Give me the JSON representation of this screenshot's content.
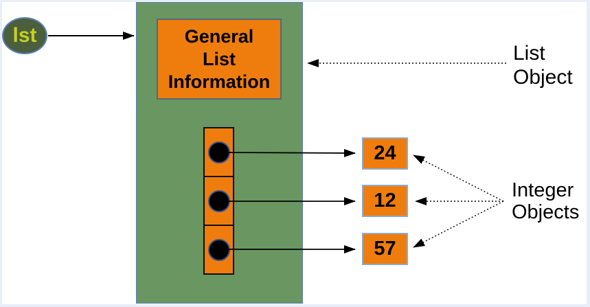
{
  "diagram": {
    "variable": {
      "label": "lst"
    },
    "list_object": {
      "header_lines": [
        "General",
        "List",
        "Information"
      ],
      "cell_count": 3
    },
    "integers": [
      {
        "value": "24"
      },
      {
        "value": "12"
      },
      {
        "value": "57"
      }
    ],
    "annotations": {
      "list_object_label_lines": [
        "List",
        "Object"
      ],
      "integer_objects_label_lines": [
        "Integer",
        "Objects"
      ]
    },
    "colors": {
      "orange_fill": "#ef7d0e",
      "green_container_fill": "#699661",
      "variable_ellipse_fill": "#4b5f3c",
      "variable_text": "#c6d01f",
      "blue_border": "#5b82b5",
      "integer_box_border": "#8ea9cd",
      "frame_background": "#e9eef8",
      "canvas_background": "#ffffff",
      "arrow_color": "#000000"
    }
  }
}
